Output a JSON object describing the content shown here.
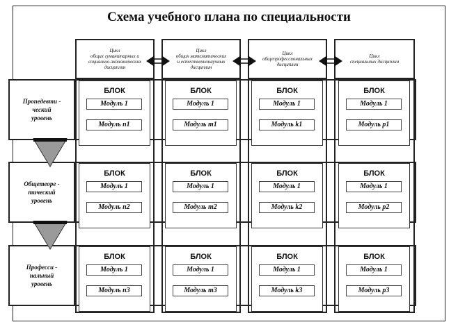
{
  "title": "Схема учебного плана по специальности",
  "cycles": [
    {
      "lines": [
        "Цикл",
        "общих гуманитарных и",
        "социально-экономических",
        "дисциплин"
      ]
    },
    {
      "lines": [
        "Цикл",
        "общих математических",
        "и естественнонаучных",
        "дисциплин"
      ]
    },
    {
      "lines": [
        "Цикл",
        "общепрофессиональных",
        "дисциплин"
      ]
    },
    {
      "lines": [
        "Цикл",
        "специальных дисциплин"
      ]
    }
  ],
  "levels": [
    {
      "lines": [
        "Пропедевти -",
        "ческий",
        "уровень"
      ],
      "blocks": [
        {
          "label": "БЛОК",
          "module_first": "Модуль 1",
          "module_last": "Модуль n1"
        },
        {
          "label": "БЛОК",
          "module_first": "Модуль 1",
          "module_last": "Модуль m1"
        },
        {
          "label": "БЛОК",
          "module_first": "Модуль 1",
          "module_last": "Модуль k1"
        },
        {
          "label": "БЛОК",
          "module_first": "Модуль 1",
          "module_last": "Модуль p1"
        }
      ]
    },
    {
      "lines": [
        "Общетеоре -",
        "тический",
        "уровень"
      ],
      "blocks": [
        {
          "label": "БЛОК",
          "module_first": "Модуль 1",
          "module_last": "Модуль n2"
        },
        {
          "label": "БЛОК",
          "module_first": "Модуль 1",
          "module_last": "Модуль m2"
        },
        {
          "label": "БЛОК",
          "module_first": "Модуль 1",
          "module_last": "Модуль k2"
        },
        {
          "label": "БЛОК",
          "module_first": "Модуль 1",
          "module_last": "Модуль p2"
        }
      ]
    },
    {
      "lines": [
        "Професси -",
        "нальный",
        "уровень"
      ],
      "blocks": [
        {
          "label": "БЛОК",
          "module_first": "Модуль 1",
          "module_last": "Модуль n3"
        },
        {
          "label": "БЛОК",
          "module_first": "Модуль 1",
          "module_last": "Модуль m3"
        },
        {
          "label": "БЛОК",
          "module_first": "Модуль 1",
          "module_last": "Модуль k3"
        },
        {
          "label": "БЛОК",
          "module_first": "Модуль 1",
          "module_last": "Модуль p3"
        }
      ]
    }
  ]
}
